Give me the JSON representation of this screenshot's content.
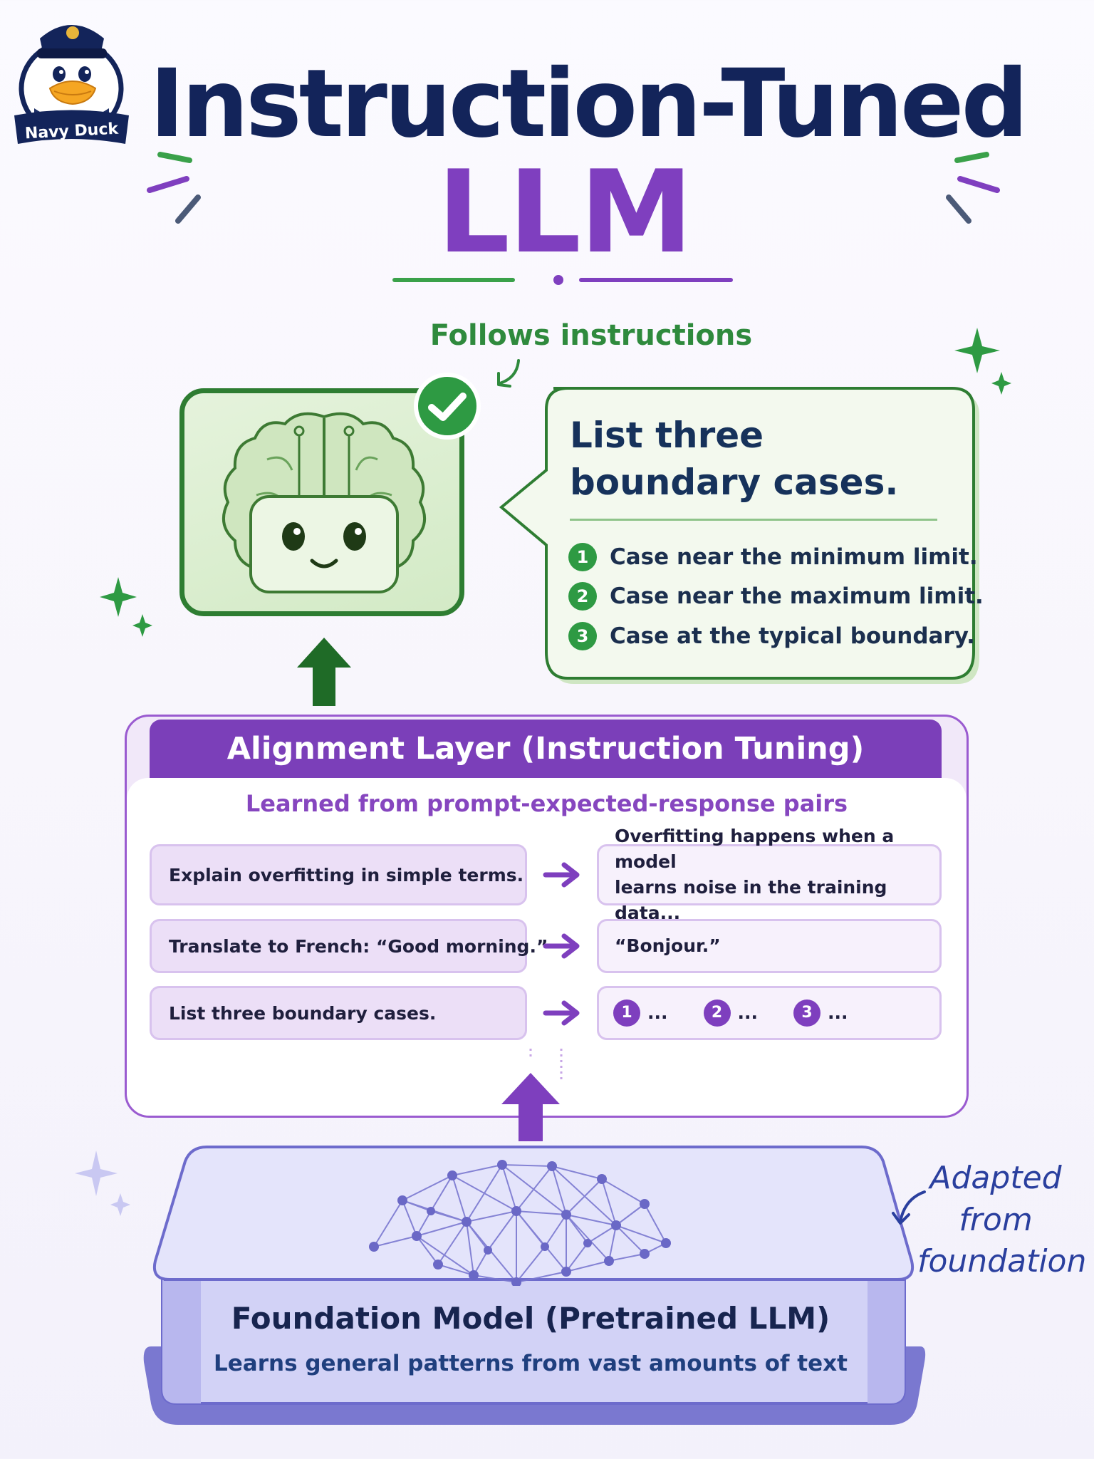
{
  "brand": {
    "logo_text": "Navy Duck"
  },
  "title": {
    "line1": "Instruction-Tuned",
    "line2": "LLM"
  },
  "follows_label": "Follows instructions",
  "bubble": {
    "title": "List three boundary cases.",
    "items": [
      {
        "num": "1",
        "text": "Case near the minimum limit."
      },
      {
        "num": "2",
        "text": "Case near the maximum limit."
      },
      {
        "num": "3",
        "text": "Case at the typical boundary."
      }
    ]
  },
  "alignment": {
    "header": "Alignment Layer (Instruction Tuning)",
    "subtitle": "Learned from prompt-expected-response pairs",
    "pairs": [
      {
        "prompt": "Explain overfitting in simple terms.",
        "response_line1": "Overfitting happens when a model",
        "response_line2": "learns noise in the training data..."
      },
      {
        "prompt": "Translate to French: “Good morning.”",
        "response": "“Bonjour.”"
      },
      {
        "prompt": "List three boundary cases.",
        "response_items": [
          {
            "num": "1",
            "text": "..."
          },
          {
            "num": "2",
            "text": "..."
          },
          {
            "num": "3",
            "text": "..."
          }
        ]
      }
    ]
  },
  "foundation": {
    "title": "Foundation Model (Pretrained LLM)",
    "subtitle": "Learns general patterns from vast amounts of text"
  },
  "adapted_label": {
    "line1": "Adapted",
    "line2": "from",
    "line3": "foundation"
  },
  "colors": {
    "navy": "#13245a",
    "purple": "#7f3fbf",
    "green": "#2e7d32",
    "light_green": "#d3eac6",
    "lavender": "#c9c8f2",
    "periwinkle": "#7a78d0"
  }
}
